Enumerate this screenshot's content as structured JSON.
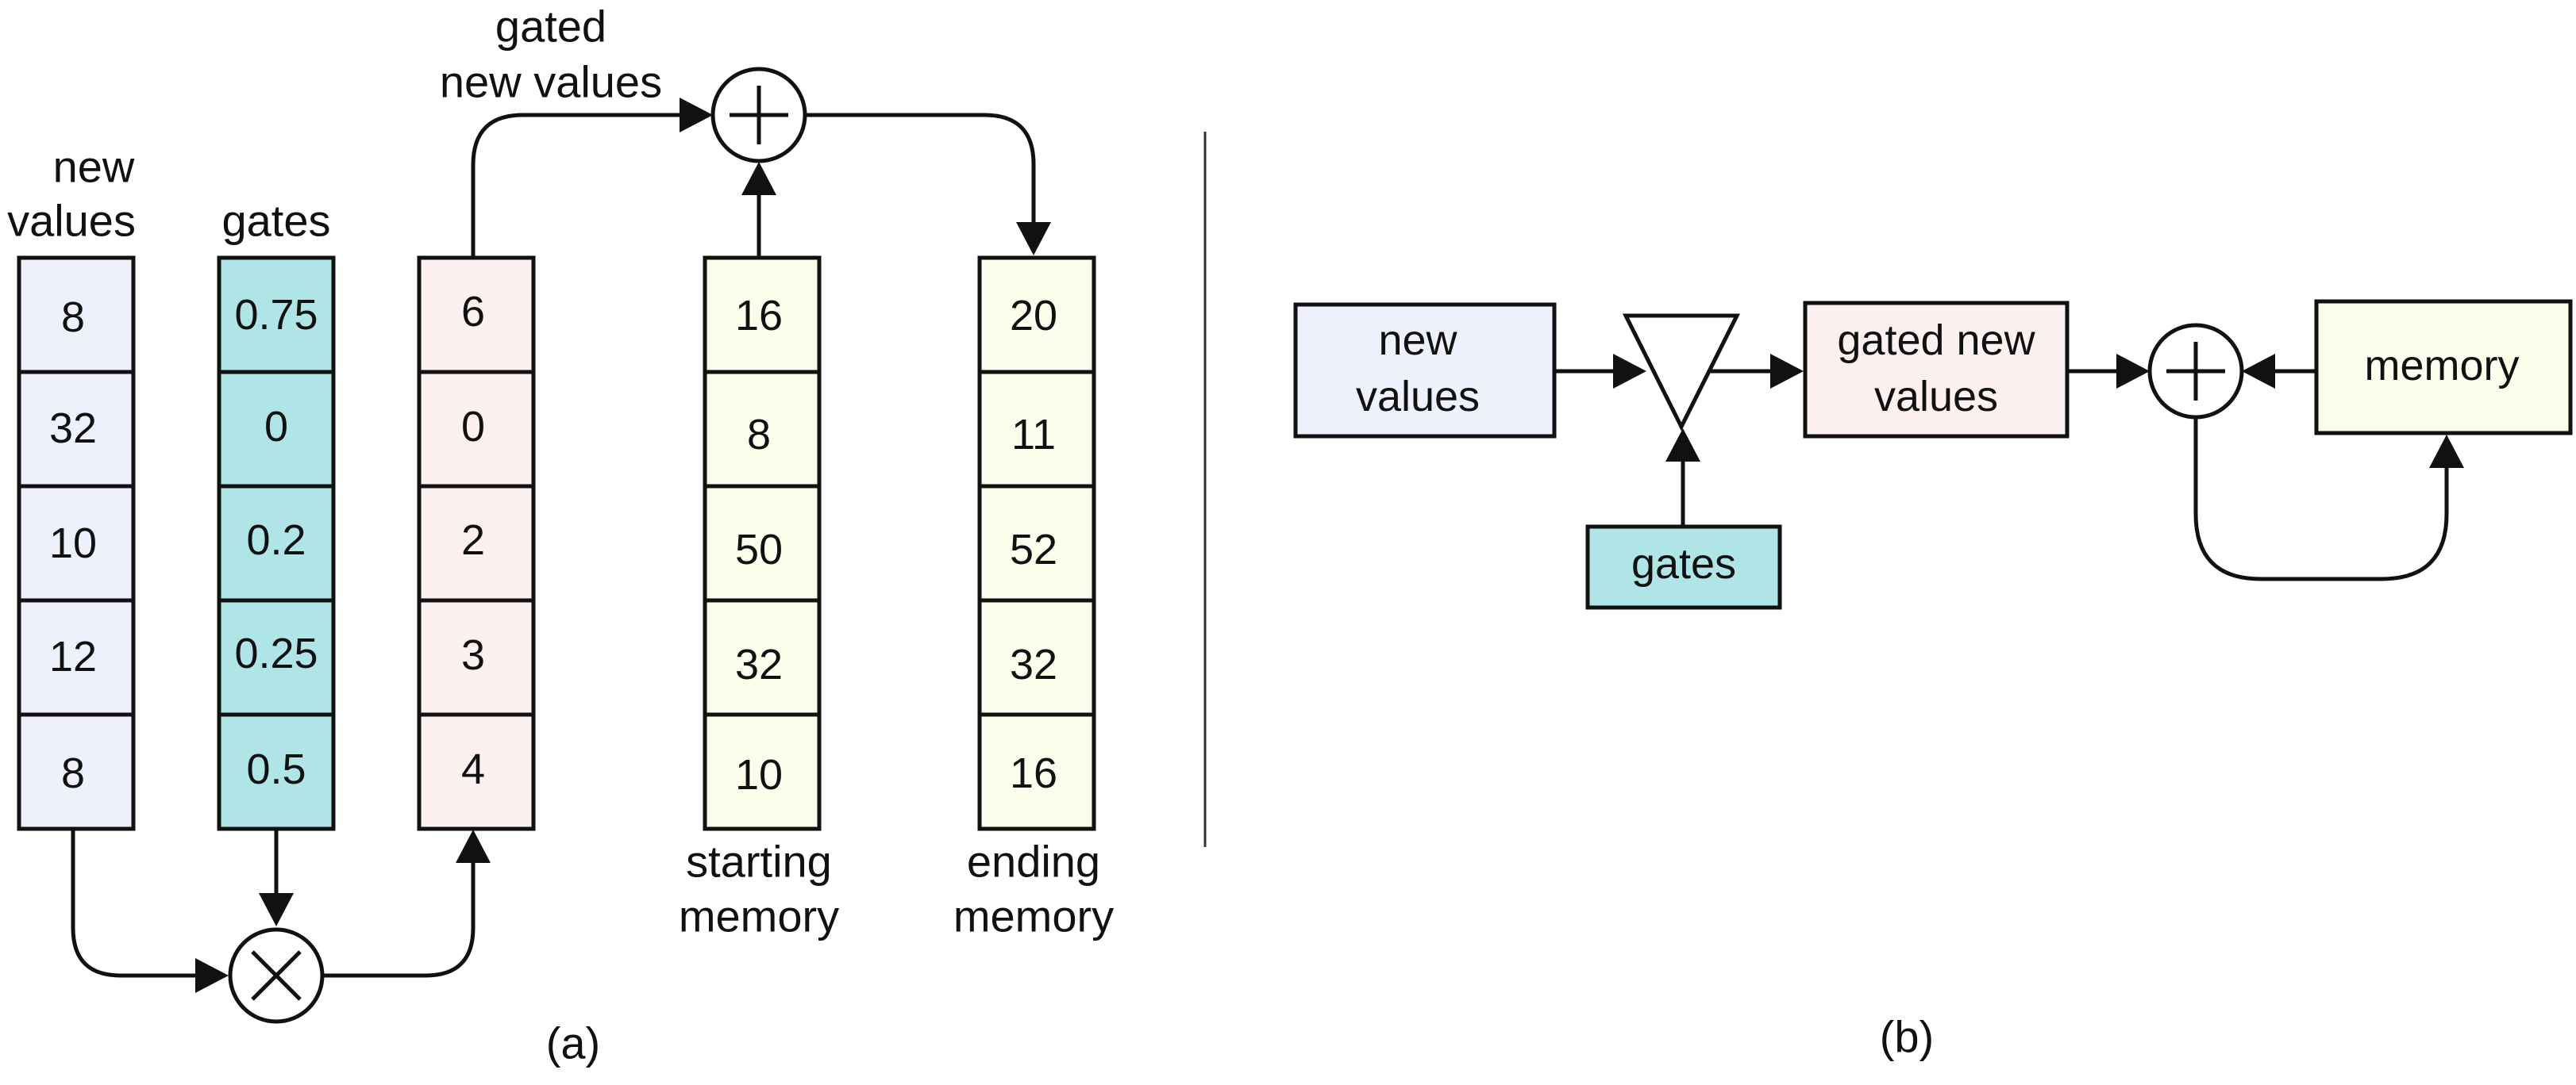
{
  "colors": {
    "new_values": "#eef0fb",
    "gates": "#afe5e6",
    "gated": "#fcf0f0",
    "memory": "#fdfdec",
    "stroke": "#111111"
  },
  "panel_a": {
    "new_values": {
      "title": [
        "new",
        "values"
      ],
      "values": [
        "8",
        "32",
        "10",
        "12",
        "8"
      ]
    },
    "gates": {
      "title": "gates",
      "values": [
        "0.75",
        "0",
        "0.2",
        "0.25",
        "0.5"
      ]
    },
    "gated_new_values": {
      "title": [
        "gated",
        "new values"
      ],
      "values": [
        "6",
        "0",
        "2",
        "3",
        "4"
      ]
    },
    "starting_memory": {
      "title": [
        "starting",
        "memory"
      ],
      "values": [
        "16",
        "8",
        "50",
        "32",
        "10"
      ]
    },
    "ending_memory": {
      "title": [
        "ending",
        "memory"
      ],
      "values": [
        "20",
        "11",
        "52",
        "32",
        "16"
      ]
    },
    "multiply_op": "multiply",
    "add_op": "add",
    "caption": "(a)"
  },
  "panel_b": {
    "new_values_box": [
      "new",
      "values"
    ],
    "gates_box": "gates",
    "gated_box": [
      "gated new",
      "values"
    ],
    "memory_box": "memory",
    "gate_op": "gate-triangle",
    "add_op": "add",
    "caption": "(b)"
  }
}
